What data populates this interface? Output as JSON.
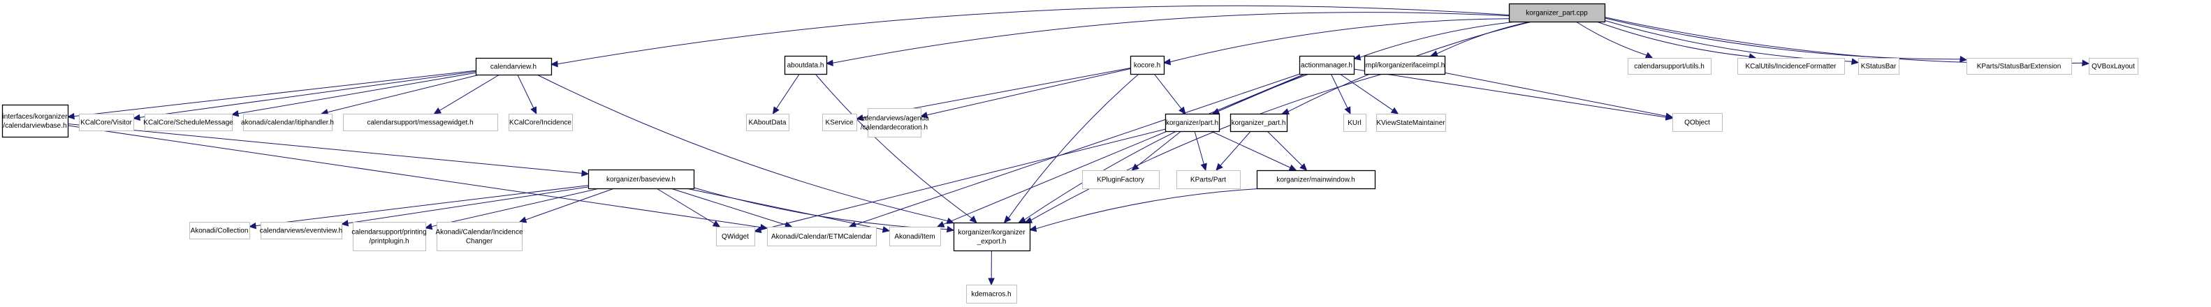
{
  "diagram": {
    "type": "include-dependency-graph",
    "title": "korganizer_part.cpp",
    "colors": {
      "edge": "#191970",
      "root_fill": "#bfbfbf",
      "internal_border": "#000000",
      "external_border": "#bfbfbf"
    },
    "nodes": [
      {
        "id": "root",
        "label": [
          "korganizer_part.cpp"
        ],
        "kind": "root"
      },
      {
        "id": "calendarview",
        "label": [
          "calendarview.h"
        ],
        "kind": "internal"
      },
      {
        "id": "calendarviewbase",
        "label": [
          "interfaces/korganizer",
          "/calendarviewbase.h"
        ],
        "kind": "internal"
      },
      {
        "id": "visitor",
        "label": [
          "KCalCore/Visitor"
        ],
        "kind": "external"
      },
      {
        "id": "schedulemessage",
        "label": [
          "KCalCore/ScheduleMessage"
        ],
        "kind": "external"
      },
      {
        "id": "itiphandler",
        "label": [
          "akonadi/calendar/itiphandler.h"
        ],
        "kind": "external"
      },
      {
        "id": "messagewidget",
        "label": [
          "calendarsupport/messagewidget.h"
        ],
        "kind": "external"
      },
      {
        "id": "incidence",
        "label": [
          "KCalCore/Incidence"
        ],
        "kind": "external"
      },
      {
        "id": "aboutdata",
        "label": [
          "aboutdata.h"
        ],
        "kind": "internal"
      },
      {
        "id": "kaboutdata",
        "label": [
          "KAboutData"
        ],
        "kind": "external"
      },
      {
        "id": "kocore",
        "label": [
          "kocore.h"
        ],
        "kind": "internal"
      },
      {
        "id": "kservice",
        "label": [
          "KService"
        ],
        "kind": "external"
      },
      {
        "id": "calendardecoration",
        "label": [
          "calendarviews/agenda",
          "/calendardecoration.h"
        ],
        "kind": "external"
      },
      {
        "id": "parth",
        "label": [
          "korganizer/part.h"
        ],
        "kind": "internal"
      },
      {
        "id": "korgparth",
        "label": [
          "korganizer_part.h"
        ],
        "kind": "internal"
      },
      {
        "id": "actionmanager",
        "label": [
          "actionmanager.h"
        ],
        "kind": "internal"
      },
      {
        "id": "ifaceimpl",
        "label": [
          "impl/korganizerifaceimpl.h"
        ],
        "kind": "internal"
      },
      {
        "id": "csutils",
        "label": [
          "calendarsupport/utils.h"
        ],
        "kind": "external"
      },
      {
        "id": "incformatter",
        "label": [
          "KCalUtils/IncidenceFormatter"
        ],
        "kind": "external"
      },
      {
        "id": "kstatusbar",
        "label": [
          "KStatusBar"
        ],
        "kind": "external"
      },
      {
        "id": "statusbarext",
        "label": [
          "KParts/StatusBarExtension"
        ],
        "kind": "external"
      },
      {
        "id": "qvboxlayout",
        "label": [
          "QVBoxLayout"
        ],
        "kind": "external"
      },
      {
        "id": "kurl",
        "label": [
          "KUrl"
        ],
        "kind": "external"
      },
      {
        "id": "kviewstate",
        "label": [
          "KViewStateMaintainer"
        ],
        "kind": "external"
      },
      {
        "id": "qobject",
        "label": [
          "QObject"
        ],
        "kind": "external"
      },
      {
        "id": "baseview",
        "label": [
          "korganizer/baseview.h"
        ],
        "kind": "internal"
      },
      {
        "id": "kpluginfactory",
        "label": [
          "KPluginFactory"
        ],
        "kind": "external"
      },
      {
        "id": "kpartspart",
        "label": [
          "KParts/Part"
        ],
        "kind": "external"
      },
      {
        "id": "mainwindow",
        "label": [
          "korganizer/mainwindow.h"
        ],
        "kind": "internal"
      },
      {
        "id": "collection",
        "label": [
          "Akonadi/Collection"
        ],
        "kind": "external"
      },
      {
        "id": "eventview",
        "label": [
          "calendarviews/eventview.h"
        ],
        "kind": "external"
      },
      {
        "id": "printplugin",
        "label": [
          "calendarsupport/printing",
          "/printplugin.h"
        ],
        "kind": "external"
      },
      {
        "id": "incchanger",
        "label": [
          "Akonadi/Calendar/Incidence",
          "Changer"
        ],
        "kind": "external"
      },
      {
        "id": "qwidget",
        "label": [
          "QWidget"
        ],
        "kind": "external"
      },
      {
        "id": "etmcalendar",
        "label": [
          "Akonadi/Calendar/ETMCalendar"
        ],
        "kind": "external"
      },
      {
        "id": "akitem",
        "label": [
          "Akonadi/Item"
        ],
        "kind": "external"
      },
      {
        "id": "export",
        "label": [
          "korganizer/korganizer",
          "_export.h"
        ],
        "kind": "internal"
      },
      {
        "id": "kdemacros",
        "label": [
          "kdemacros.h"
        ],
        "kind": "external"
      }
    ],
    "edges": [
      [
        "root",
        "calendarview"
      ],
      [
        "root",
        "aboutdata"
      ],
      [
        "root",
        "kocore"
      ],
      [
        "root",
        "actionmanager"
      ],
      [
        "root",
        "korgparth"
      ],
      [
        "root",
        "ifaceimpl"
      ],
      [
        "root",
        "csutils"
      ],
      [
        "root",
        "incformatter"
      ],
      [
        "root",
        "kstatusbar"
      ],
      [
        "root",
        "statusbarext"
      ],
      [
        "root",
        "qvboxlayout"
      ],
      [
        "calendarview",
        "calendarviewbase"
      ],
      [
        "calendarview",
        "visitor"
      ],
      [
        "calendarview",
        "schedulemessage"
      ],
      [
        "calendarview",
        "itiphandler"
      ],
      [
        "calendarview",
        "messagewidget"
      ],
      [
        "calendarview",
        "incidence"
      ],
      [
        "calendarview",
        "export"
      ],
      [
        "calendarviewbase",
        "baseview"
      ],
      [
        "calendarviewbase",
        "etmcalendar"
      ],
      [
        "aboutdata",
        "kaboutdata"
      ],
      [
        "aboutdata",
        "export"
      ],
      [
        "kocore",
        "kservice"
      ],
      [
        "kocore",
        "calendardecoration"
      ],
      [
        "kocore",
        "parth"
      ],
      [
        "kocore",
        "export"
      ],
      [
        "parth",
        "kpluginfactory"
      ],
      [
        "parth",
        "kpartspart"
      ],
      [
        "parth",
        "mainwindow"
      ],
      [
        "parth",
        "qwidget"
      ],
      [
        "korgparth",
        "kpartspart"
      ],
      [
        "korgparth",
        "mainwindow"
      ],
      [
        "mainwindow",
        "export"
      ],
      [
        "actionmanager",
        "parth"
      ],
      [
        "actionmanager",
        "kurl"
      ],
      [
        "actionmanager",
        "kviewstate"
      ],
      [
        "actionmanager",
        "qobject"
      ],
      [
        "actionmanager",
        "export"
      ],
      [
        "actionmanager",
        "akitem"
      ],
      [
        "actionmanager",
        "etmcalendar"
      ],
      [
        "ifaceimpl",
        "qobject"
      ],
      [
        "ifaceimpl",
        "export"
      ],
      [
        "baseview",
        "collection"
      ],
      [
        "baseview",
        "eventview"
      ],
      [
        "baseview",
        "printplugin"
      ],
      [
        "baseview",
        "incchanger"
      ],
      [
        "baseview",
        "qwidget"
      ],
      [
        "baseview",
        "etmcalendar"
      ],
      [
        "baseview",
        "akitem"
      ],
      [
        "baseview",
        "export"
      ],
      [
        "export",
        "kdemacros"
      ]
    ]
  }
}
